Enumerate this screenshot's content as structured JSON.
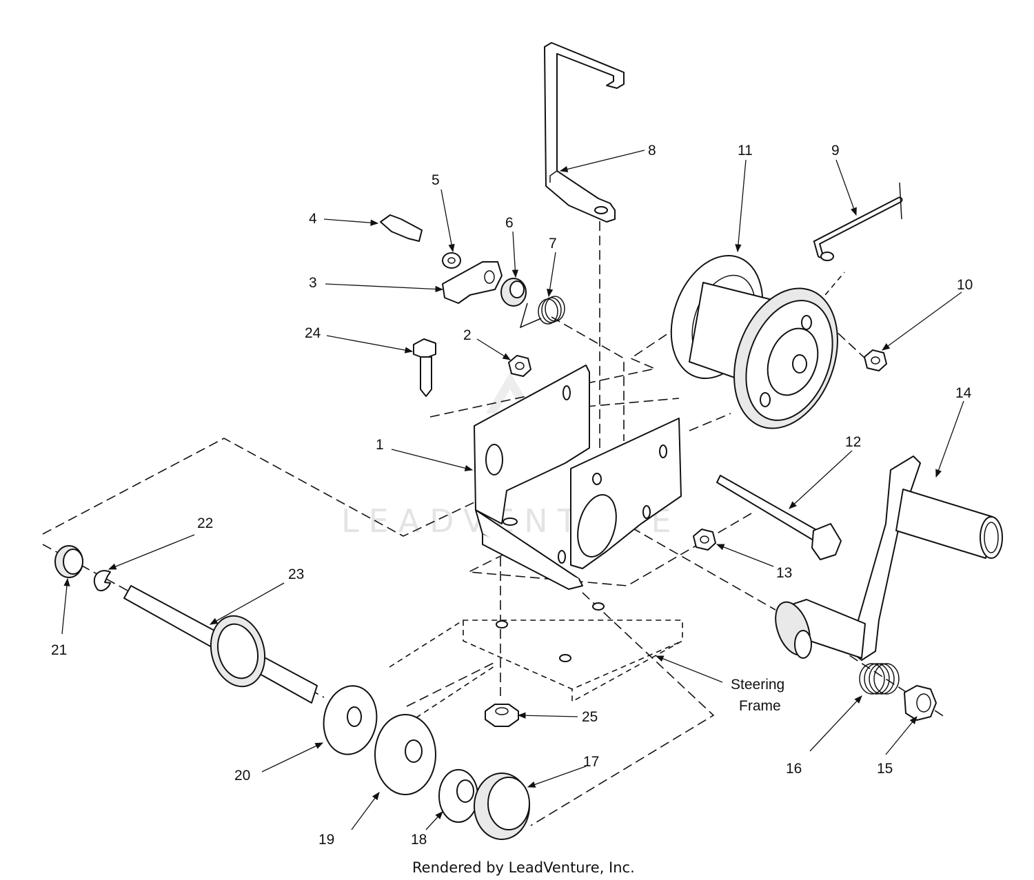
{
  "callouts": [
    {
      "id": "1",
      "text": "1"
    },
    {
      "id": "2",
      "text": "2"
    },
    {
      "id": "3",
      "text": "3"
    },
    {
      "id": "4",
      "text": "4"
    },
    {
      "id": "5",
      "text": "5"
    },
    {
      "id": "6",
      "text": "6"
    },
    {
      "id": "7",
      "text": "7"
    },
    {
      "id": "8",
      "text": "8"
    },
    {
      "id": "9",
      "text": "9"
    },
    {
      "id": "10",
      "text": "10"
    },
    {
      "id": "11",
      "text": "11"
    },
    {
      "id": "12",
      "text": "12"
    },
    {
      "id": "13",
      "text": "13"
    },
    {
      "id": "14",
      "text": "14"
    },
    {
      "id": "15",
      "text": "15"
    },
    {
      "id": "16",
      "text": "16"
    },
    {
      "id": "17",
      "text": "17"
    },
    {
      "id": "18",
      "text": "18"
    },
    {
      "id": "19",
      "text": "19"
    },
    {
      "id": "20",
      "text": "20"
    },
    {
      "id": "21",
      "text": "21"
    },
    {
      "id": "22",
      "text": "22"
    },
    {
      "id": "23",
      "text": "23"
    },
    {
      "id": "24",
      "text": "24"
    },
    {
      "id": "25",
      "text": "25"
    }
  ],
  "labels": {
    "steering_frame_line1": "Steering",
    "steering_frame_line2": "Frame"
  },
  "watermark": "LEADVENTURE",
  "footer": "Rendered by LeadVenture, Inc."
}
